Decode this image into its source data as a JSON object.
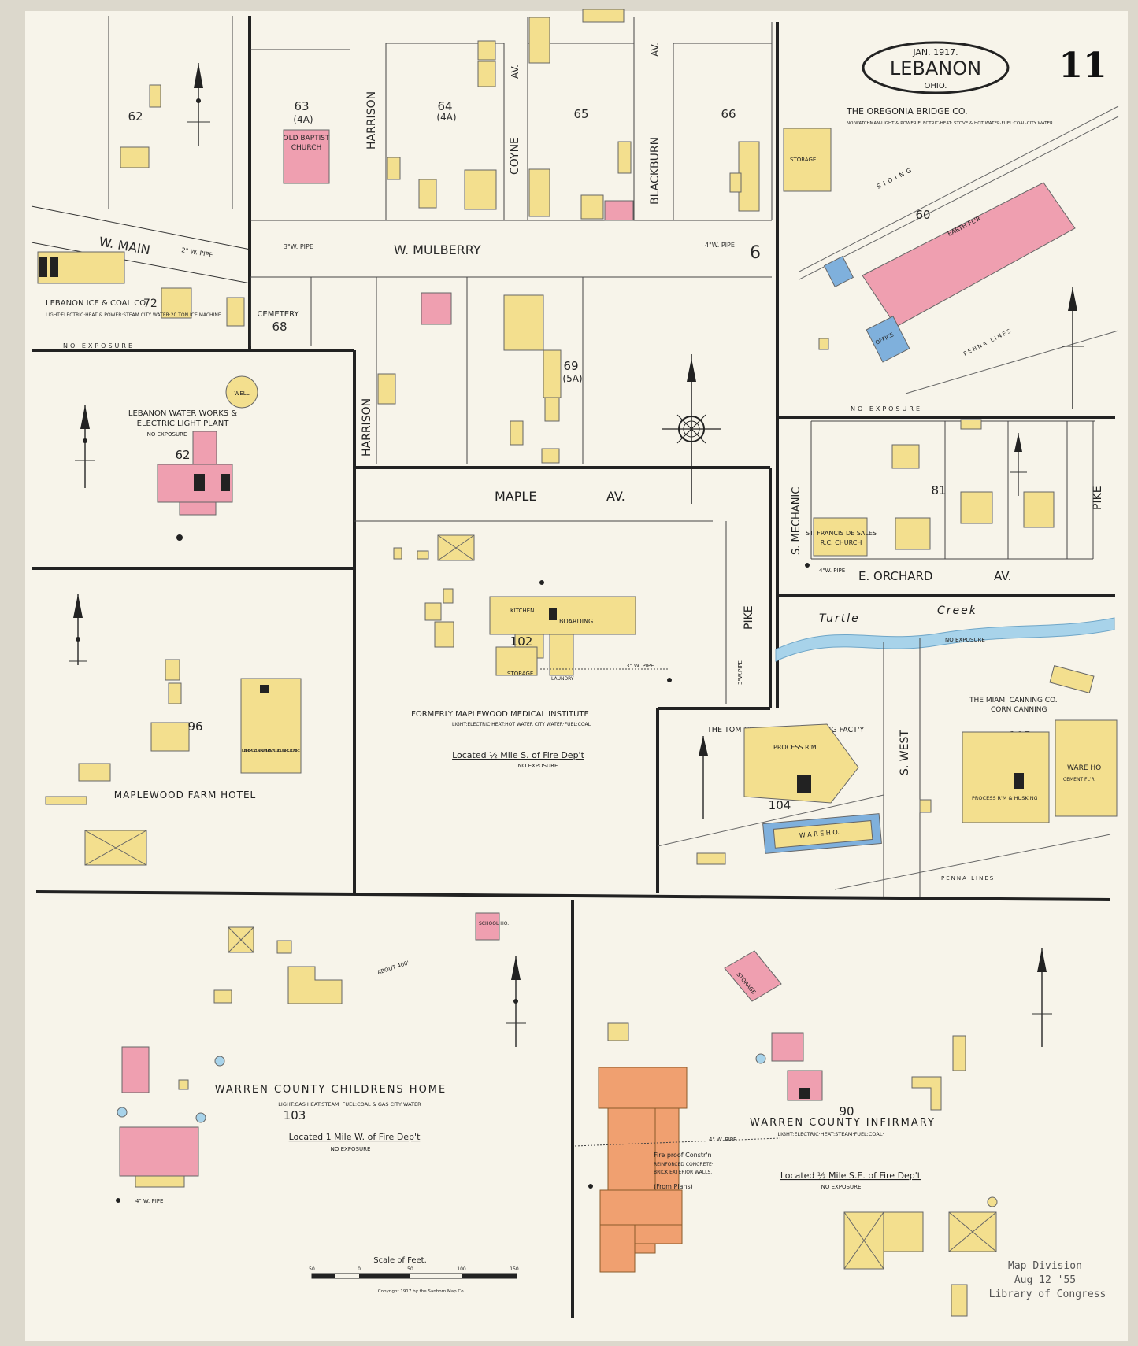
{
  "header": {
    "date": "JAN. 1917.",
    "town": "LEBANON",
    "state": "OHIO.",
    "sheet_number": "11"
  },
  "streets": {
    "w_main": "W. MAIN",
    "w_mulberry": "W. MULBERRY",
    "harrison_north": "HARRISON",
    "harrison_south": "HARRISON",
    "coyne": "COYNE",
    "coyne_av": "AV.",
    "blackburn": "BLACKBURN",
    "blackburn_av": "AV.",
    "maple": "MAPLE",
    "maple_av": "AV.",
    "pike_center": "PIKE",
    "pike_east": "PIKE",
    "mechanic": "S. MECHANIC",
    "e_orchard": "E. ORCHARD",
    "e_orchard_av": "AV.",
    "s_west": "S. WEST",
    "turtle": "Turtle",
    "creek": "Creek"
  },
  "blocks": [
    "62",
    "63",
    "(4A)",
    "64",
    "(4A)",
    "65",
    "66",
    "60",
    "68",
    "69",
    "(5A)",
    "62",
    "102",
    "81",
    "96",
    "104",
    "105",
    "103",
    "90",
    "72"
  ],
  "sheet_refs": [
    "6"
  ],
  "labels": {
    "oregonia": "THE OREGONIA BRIDGE CO.",
    "oregonia_note": "NO WATCHMAN·LIGHT & POWER·ELECTRIC·HEAT: STOVE & HOT WATER·FUEL:COAL·CITY WATER",
    "old_baptist": "OLD BAPTIST",
    "old_baptist_2": "CHURCH",
    "ice_coal": "LEBANON ICE & COAL CO.",
    "ice_coal_note": "LIGHT:ELECTRIC·HEAT & POWER:STEAM CITY WATER·20 TON ICE MACHINE",
    "cemetery": "CEMETERY",
    "water_works": "LEBANON WATER WORKS &",
    "water_works_2": "ELECTRIC LIGHT PLANT",
    "no_exposure": "NO EXPOSURE",
    "well": "WELL",
    "maplewood_hotel": "MAPLEWOOD FARM HOTEL",
    "maplewood_institute": "FORMERLY MAPLEWOOD MEDICAL INSTITUTE",
    "maplewood_note": "LIGHT:ELECTRIC·HEAT:HOT WATER CITY WATER·FUEL:COAL",
    "located_half_mile": "Located ½ Mile S. of Fire Dep't",
    "st_francis": "ST. FRANCIS DE SALES",
    "st_francis_2": "R.C. CHURCH",
    "tom_corwin": "THE TOM CORWIN CORN CANNING FACT'Y",
    "miami_canning": "THE MIAMI CANNING CO.",
    "miami_canning_2": "CORN CANNING",
    "childrens_home": "WARREN COUNTY CHILDRENS HOME",
    "childrens_note": "LIGHT:GAS·HEAT:STEAM· FUEL:COAL & GAS·CITY WATER·",
    "located_one_mile": "Located 1 Mile W. of Fire Dep't",
    "infirmary": "WARREN COUNTY INFIRMARY",
    "infirmary_note": "LIGHT:ELECTRIC·HEAT:STEAM·FUEL:COAL·",
    "located_se": "Located ½ Mile S.E. of Fire Dep't",
    "fireproof": "Fire proof Constr'n",
    "fireproof_2": "REINFORCED CONCRETE·",
    "fireproof_3": "BRICK EXTERIOR WALLS.",
    "fireproof_4": "(From Plans)",
    "storage": "STORAGE",
    "boarding": "BOARDING",
    "kitchen": "KITCHEN",
    "laundry": "LAUNDRY",
    "process": "PROCESS R'M",
    "wareho": "W A R E  H O.",
    "office": "OFFICE",
    "penna_lines": "PENNA LINES",
    "siding": "SIDING",
    "earth_flr": "EARTH FL'R",
    "school": "SCHOOL HO.",
    "ware_ho": "WARE HO",
    "cement_flr": "CEMENT FL'R",
    "process_husking": "PROCESS R'M & HUSKING",
    "to_be_removed": "TO BE REMOVED & BRICK HIGH SCHOOL BLDG ERECTED HERE",
    "about_400": "ABOUT 400'"
  },
  "pipes": {
    "w_main_pipe": "2\" W. PIPE",
    "mulberry_pipe": "3\"W. PIPE",
    "mulberry_pipe_e": "4\"W. PIPE",
    "maplewood_pipe": "3\" W. PIPE",
    "pike_pipe": "3\"W.PIPE",
    "orchard_pipe": "4\"W. PIPE",
    "childrens_pipe": "4\" W. PIPE",
    "infirmary_pipe": "4\" W. PIPE"
  },
  "scale": {
    "label": "Scale of Feet.",
    "ticks": [
      "50",
      "0",
      "50",
      "100",
      "150"
    ]
  },
  "copyright": "Copyright 1917 by the Sanborn Map Co.",
  "stamp": {
    "line1": "Map Division",
    "line2": "Aug 12 '55",
    "line3": "Library of Congress"
  },
  "colors": {
    "paper": "#f6f3e8",
    "frame": "#222222",
    "frame_wood": "#f3df8e",
    "brick": "#ef9fb0",
    "stone": "#f0a070",
    "metal": "#7fb0dc",
    "creek": "#a8d3ea",
    "ink": "#2a2a2a"
  }
}
